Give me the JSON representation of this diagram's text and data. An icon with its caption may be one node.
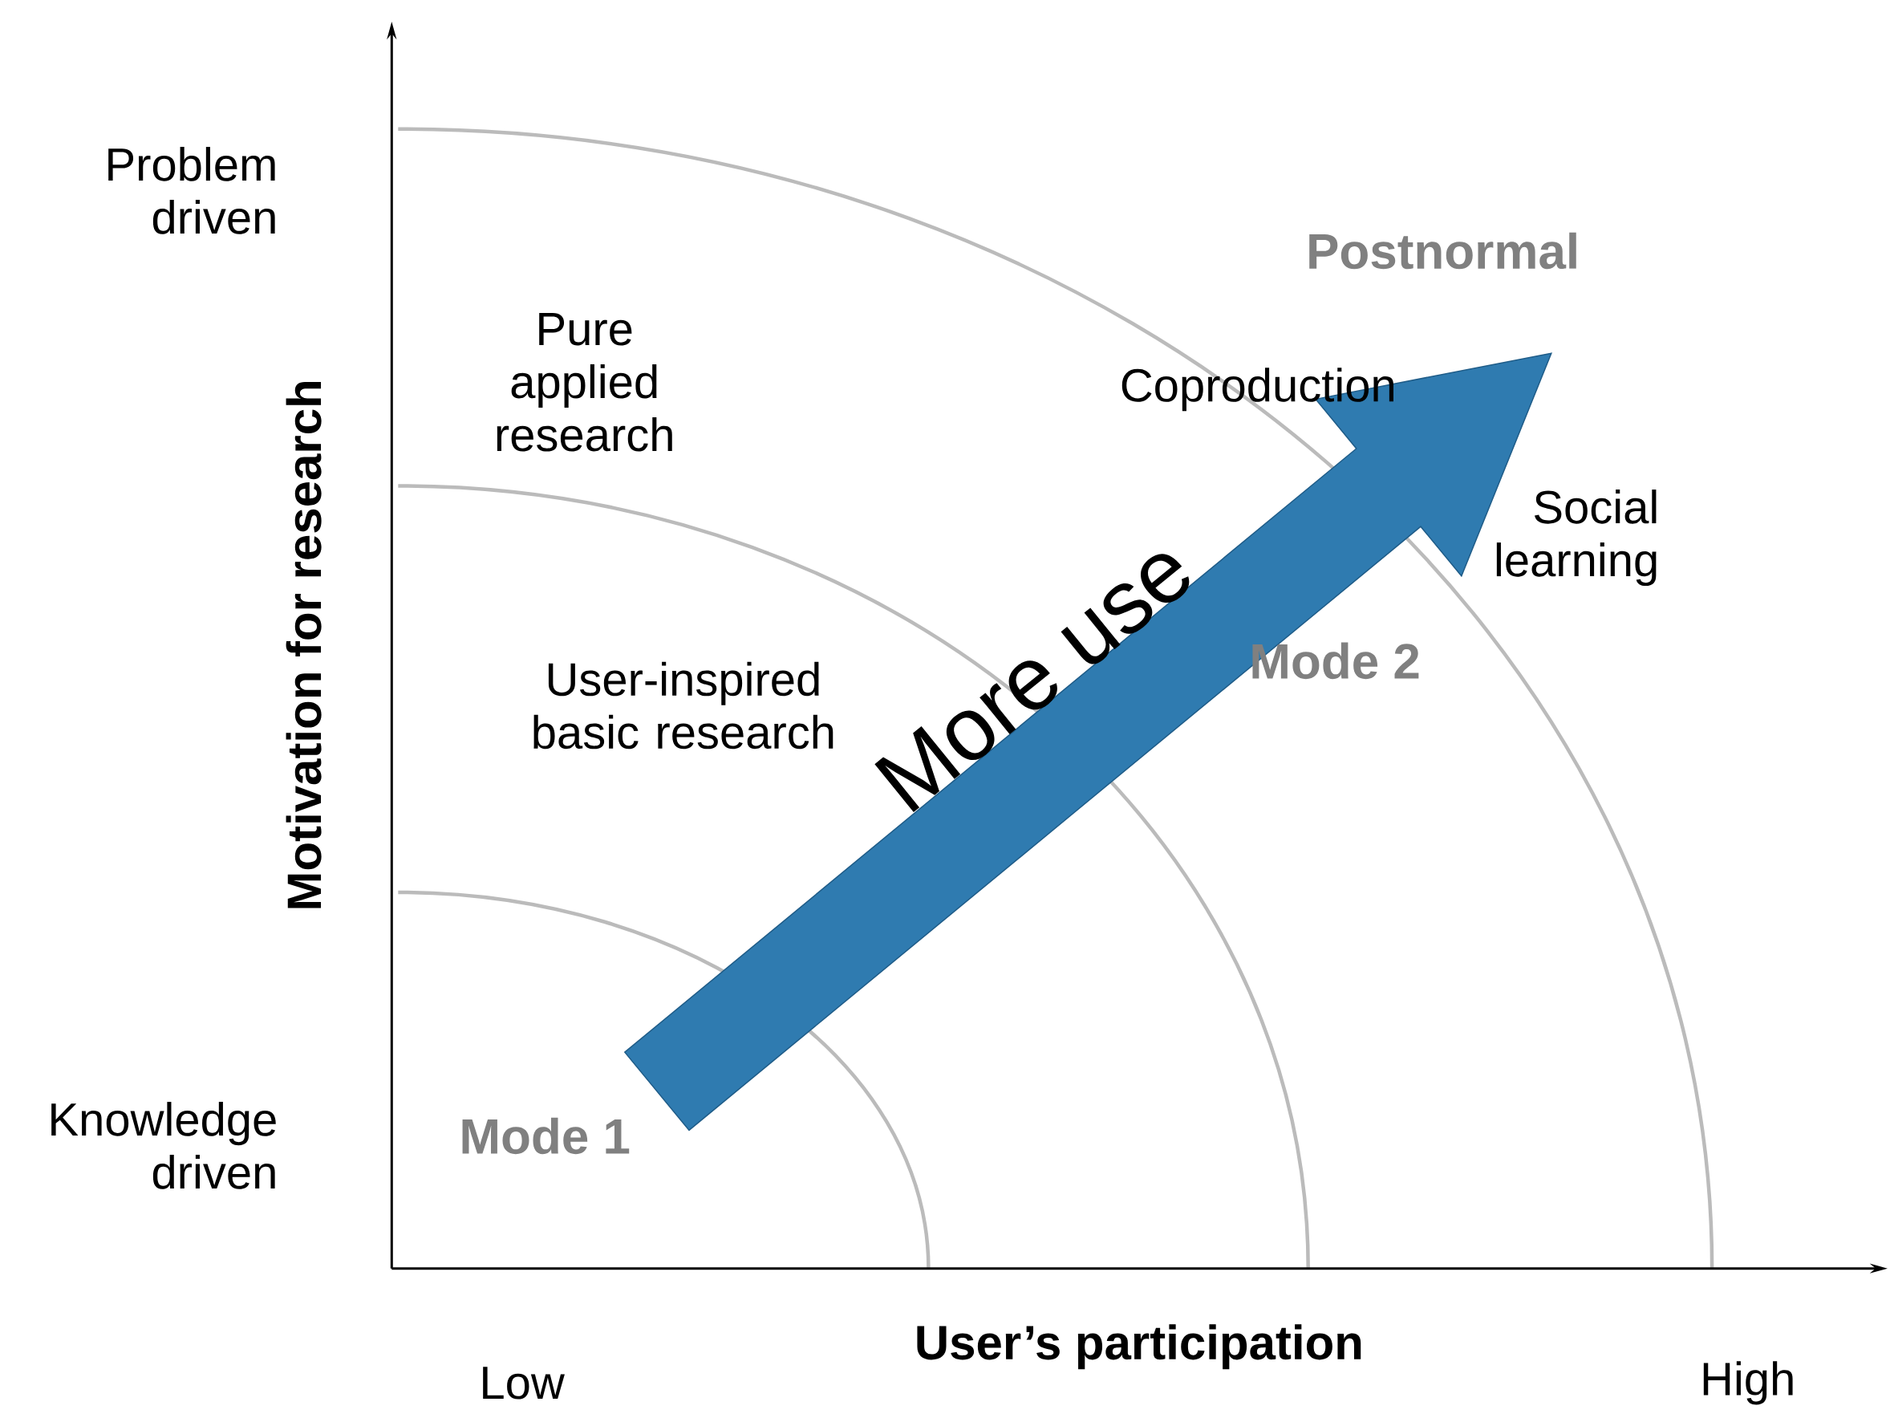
{
  "diagram": {
    "labels": [
      "Problem driven",
      "Postnormal",
      "Pure applied research",
      "Coproduction",
      "Social learning",
      "Mode 2",
      "User-inspired basic research",
      "More use",
      "Motivation for research",
      "Knowledge driven",
      "Mode 1",
      "User’s participation",
      "Low",
      "High"
    ]
  }
}
